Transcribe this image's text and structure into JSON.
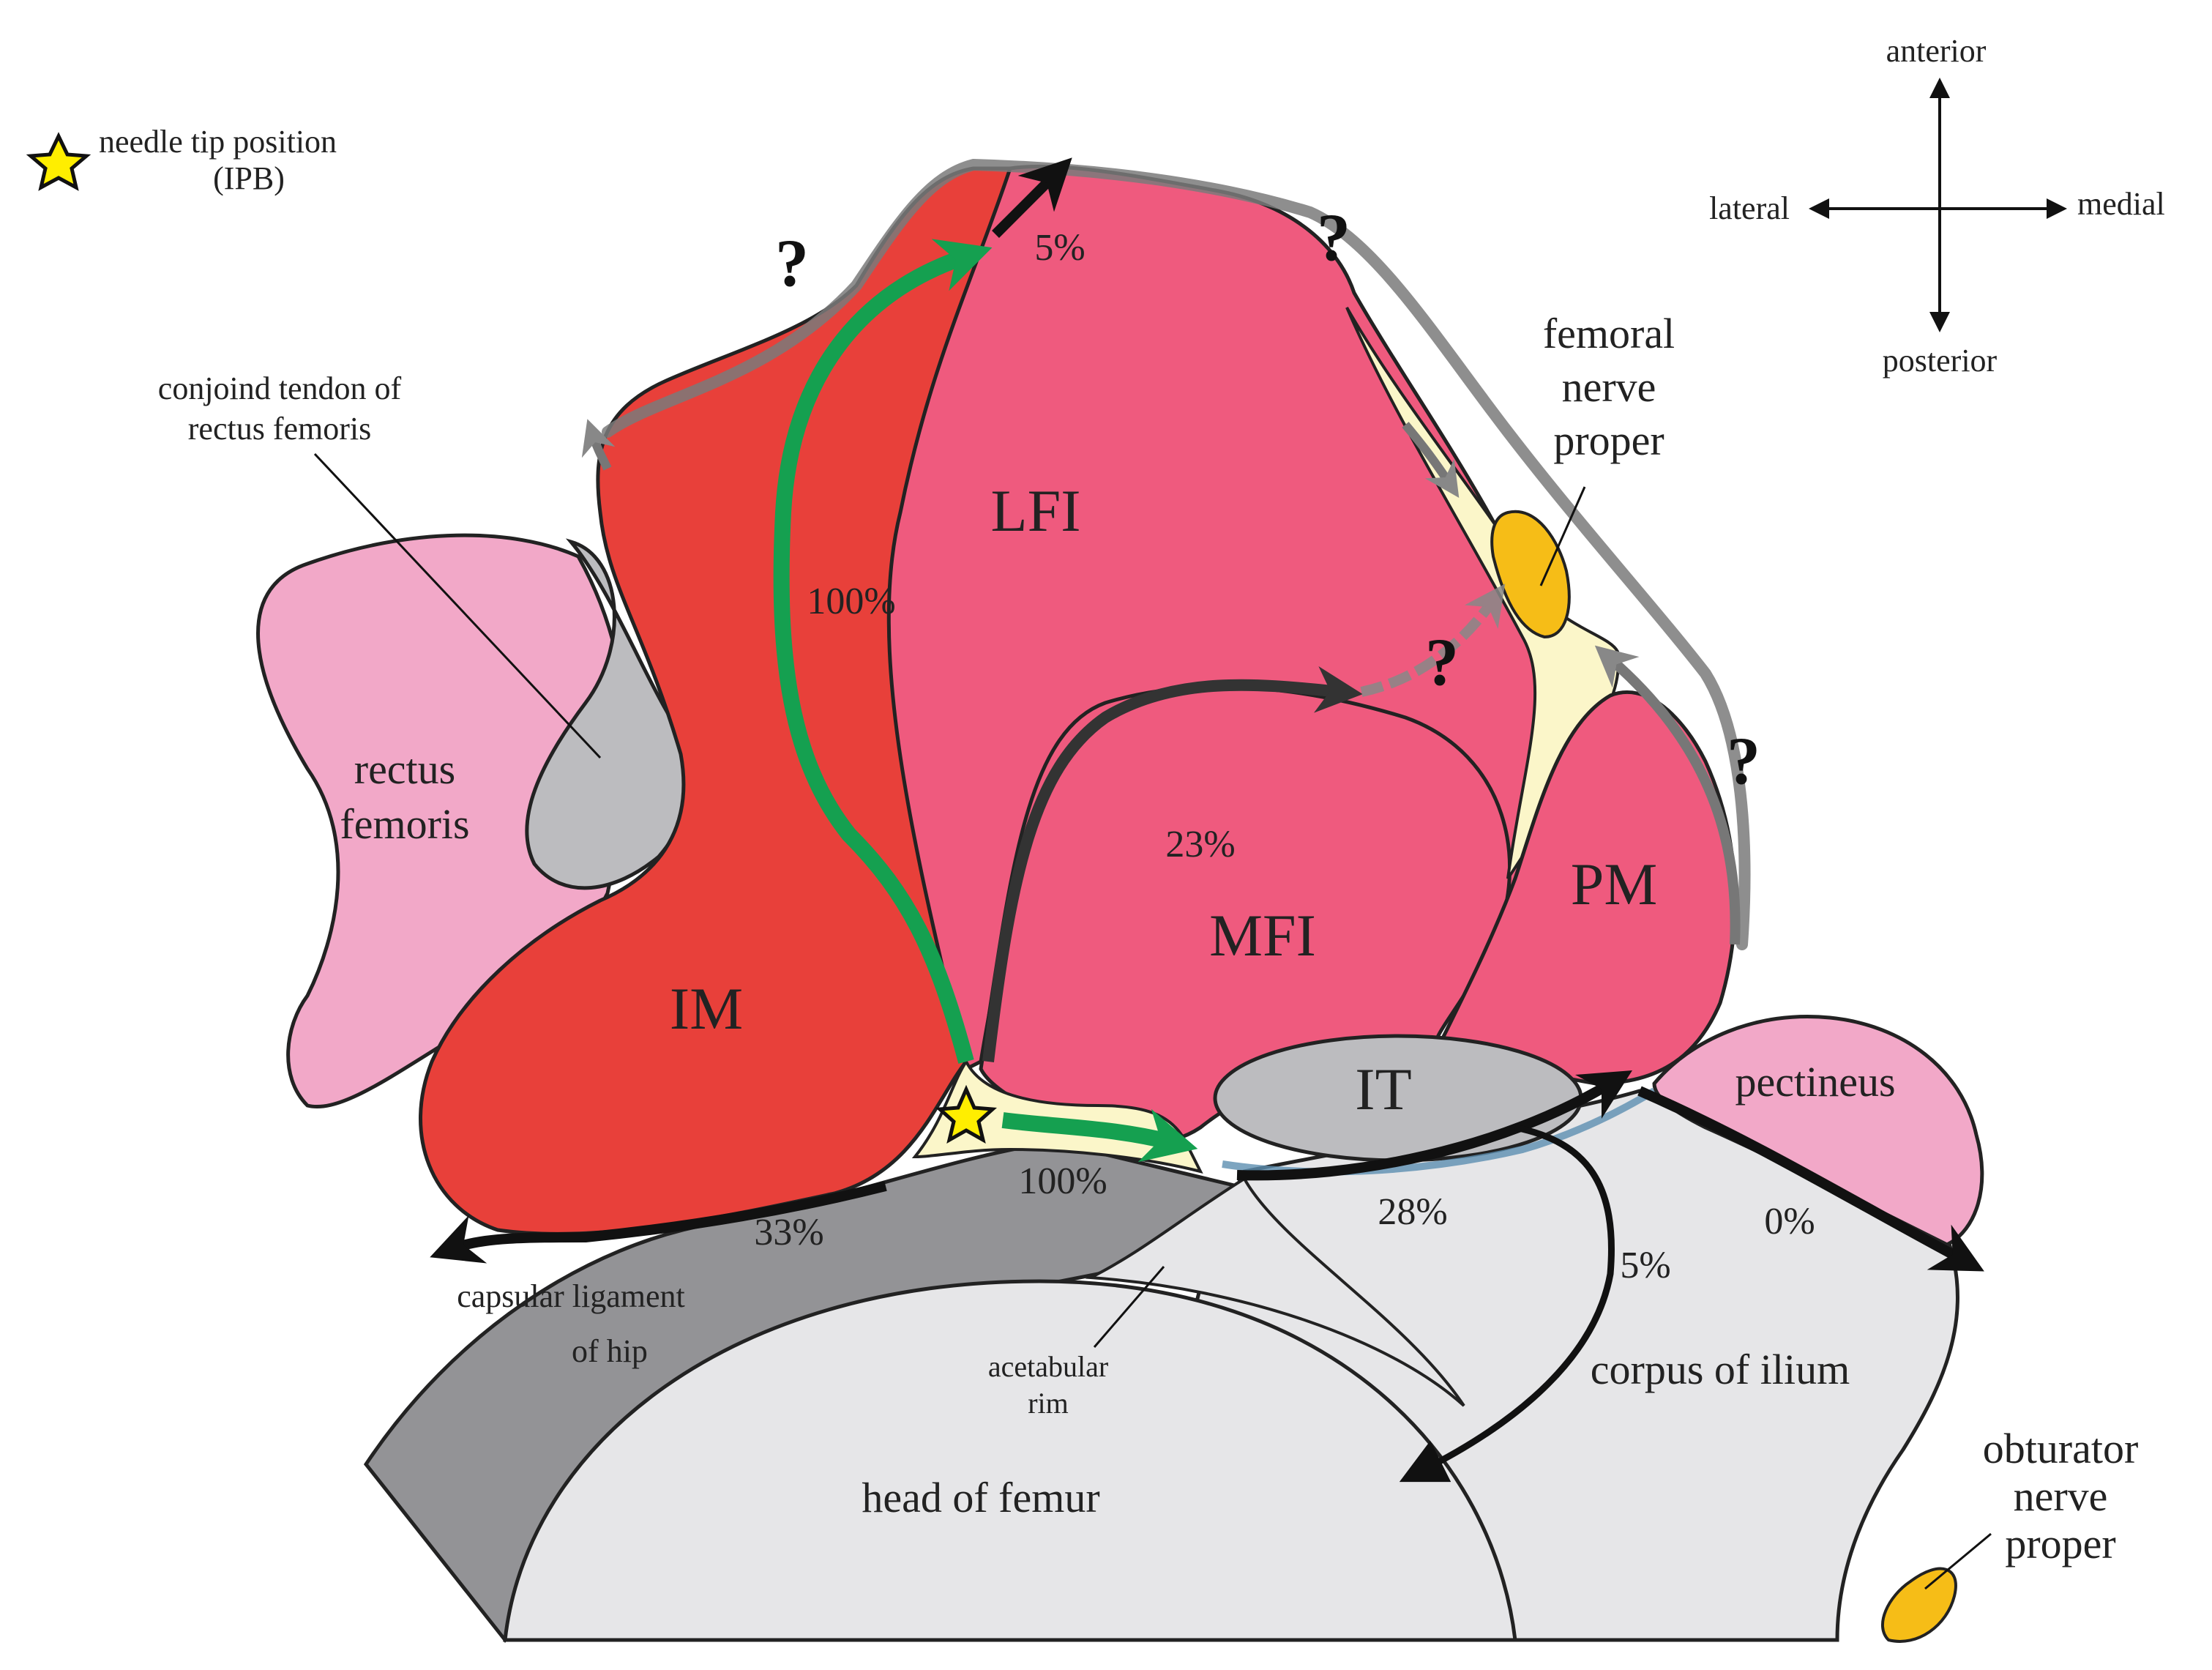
{
  "legend": {
    "star_label_line1": "needle tip position",
    "star_label_line2": "(IPB)"
  },
  "compass": {
    "anterior": "anterior",
    "posterior": "posterior",
    "lateral": "lateral",
    "medial": "medial"
  },
  "structures": {
    "lfi": "LFI",
    "mfi": "MFI",
    "im": "IM",
    "pm": "PM",
    "it": "IT",
    "rectus_line1": "rectus",
    "rectus_line2": "femoris",
    "pectineus": "pectineus",
    "conjoint_line1": "conjoind tendon of",
    "conjoint_line2": "rectus femoris",
    "femoral_line1": "femoral",
    "femoral_line2": "nerve",
    "femoral_line3": "proper",
    "capsular_line1": "capsular ligament",
    "capsular_line2": "of hip",
    "acetabular_line1": "acetabular",
    "acetabular_line2": "rim",
    "corpus": "corpus of ilium",
    "head_femur": "head of femur",
    "obturator_line1": "obturator",
    "obturator_line2": "nerve",
    "obturator_line3": "proper"
  },
  "spread_percentages": {
    "anterior_lfi": "5%",
    "lfi_track": "100%",
    "mfi_track": "23%",
    "im_capsule": "100%",
    "capsular": "33%",
    "it_posterior": "28%",
    "corpus_deep": "5%",
    "pectineus": "0%"
  },
  "unknown_marker": "?",
  "colors": {
    "lfi_pink": "#ef5a7e",
    "im_red": "#e8403a",
    "light_pink": "#f2a8c8",
    "gray_tendon": "#bcbcbf",
    "capsule_gray": "#939396",
    "bone_light": "#e6e6e8",
    "nerve_yellow": "#f6bd17",
    "fat_cream": "#fbf6c9",
    "needle_path_green": "#15a050",
    "star_yellow": "#ffee00"
  }
}
